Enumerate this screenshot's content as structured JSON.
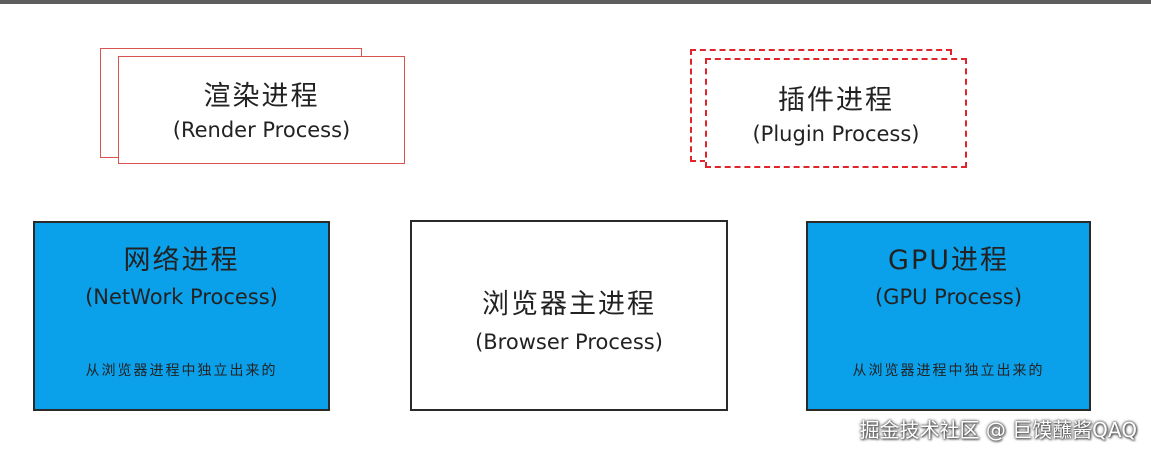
{
  "render_process": {
    "title": "渲染进程",
    "subtitle": "(Render Process)"
  },
  "plugin_process": {
    "title": "插件进程",
    "subtitle": "(Plugin Process)"
  },
  "network_process": {
    "title": "网络进程",
    "subtitle": "(NetWork Process)",
    "note": "从浏览器进程中独立出来的"
  },
  "browser_process": {
    "title": "浏览器主进程",
    "subtitle": "(Browser Process)"
  },
  "gpu_process": {
    "title": "GPU进程",
    "subtitle": "(GPU Process)",
    "note": "从浏览器进程中独立出来的"
  },
  "watermark": "掘金技术社区 @ 巨馍蘸酱QAQ",
  "colors": {
    "render_border": "#d9534f",
    "plugin_border": "#e0252a",
    "blue_fill": "#0aa0ea",
    "outline": "#2a2a2a"
  }
}
